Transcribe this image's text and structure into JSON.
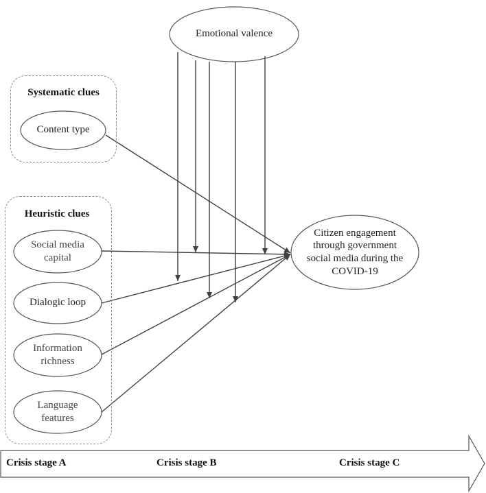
{
  "top_node": {
    "label": "Emotional valence"
  },
  "systematic_group": {
    "title": "Systematic clues",
    "items": [
      {
        "label": "Content type"
      }
    ]
  },
  "heuristic_group": {
    "title": "Heuristic clues",
    "items": [
      {
        "label": "Social media\ncapital"
      },
      {
        "label": "Dialogic loop"
      },
      {
        "label": "Information\nrichness"
      },
      {
        "label": "Language\nfeatures"
      }
    ]
  },
  "outcome_node": {
    "label": "Citizen engagement\nthrough government\nsocial media during the\nCOVID-19"
  },
  "timeline": {
    "stages": [
      "Crisis stage A",
      "Crisis stage B",
      "Crisis stage C"
    ]
  },
  "colors": {
    "line": "#404040",
    "ellipse_fill": "#ffffff",
    "ellipse_stroke": "#555555",
    "group_border": "#8a8a8a"
  }
}
